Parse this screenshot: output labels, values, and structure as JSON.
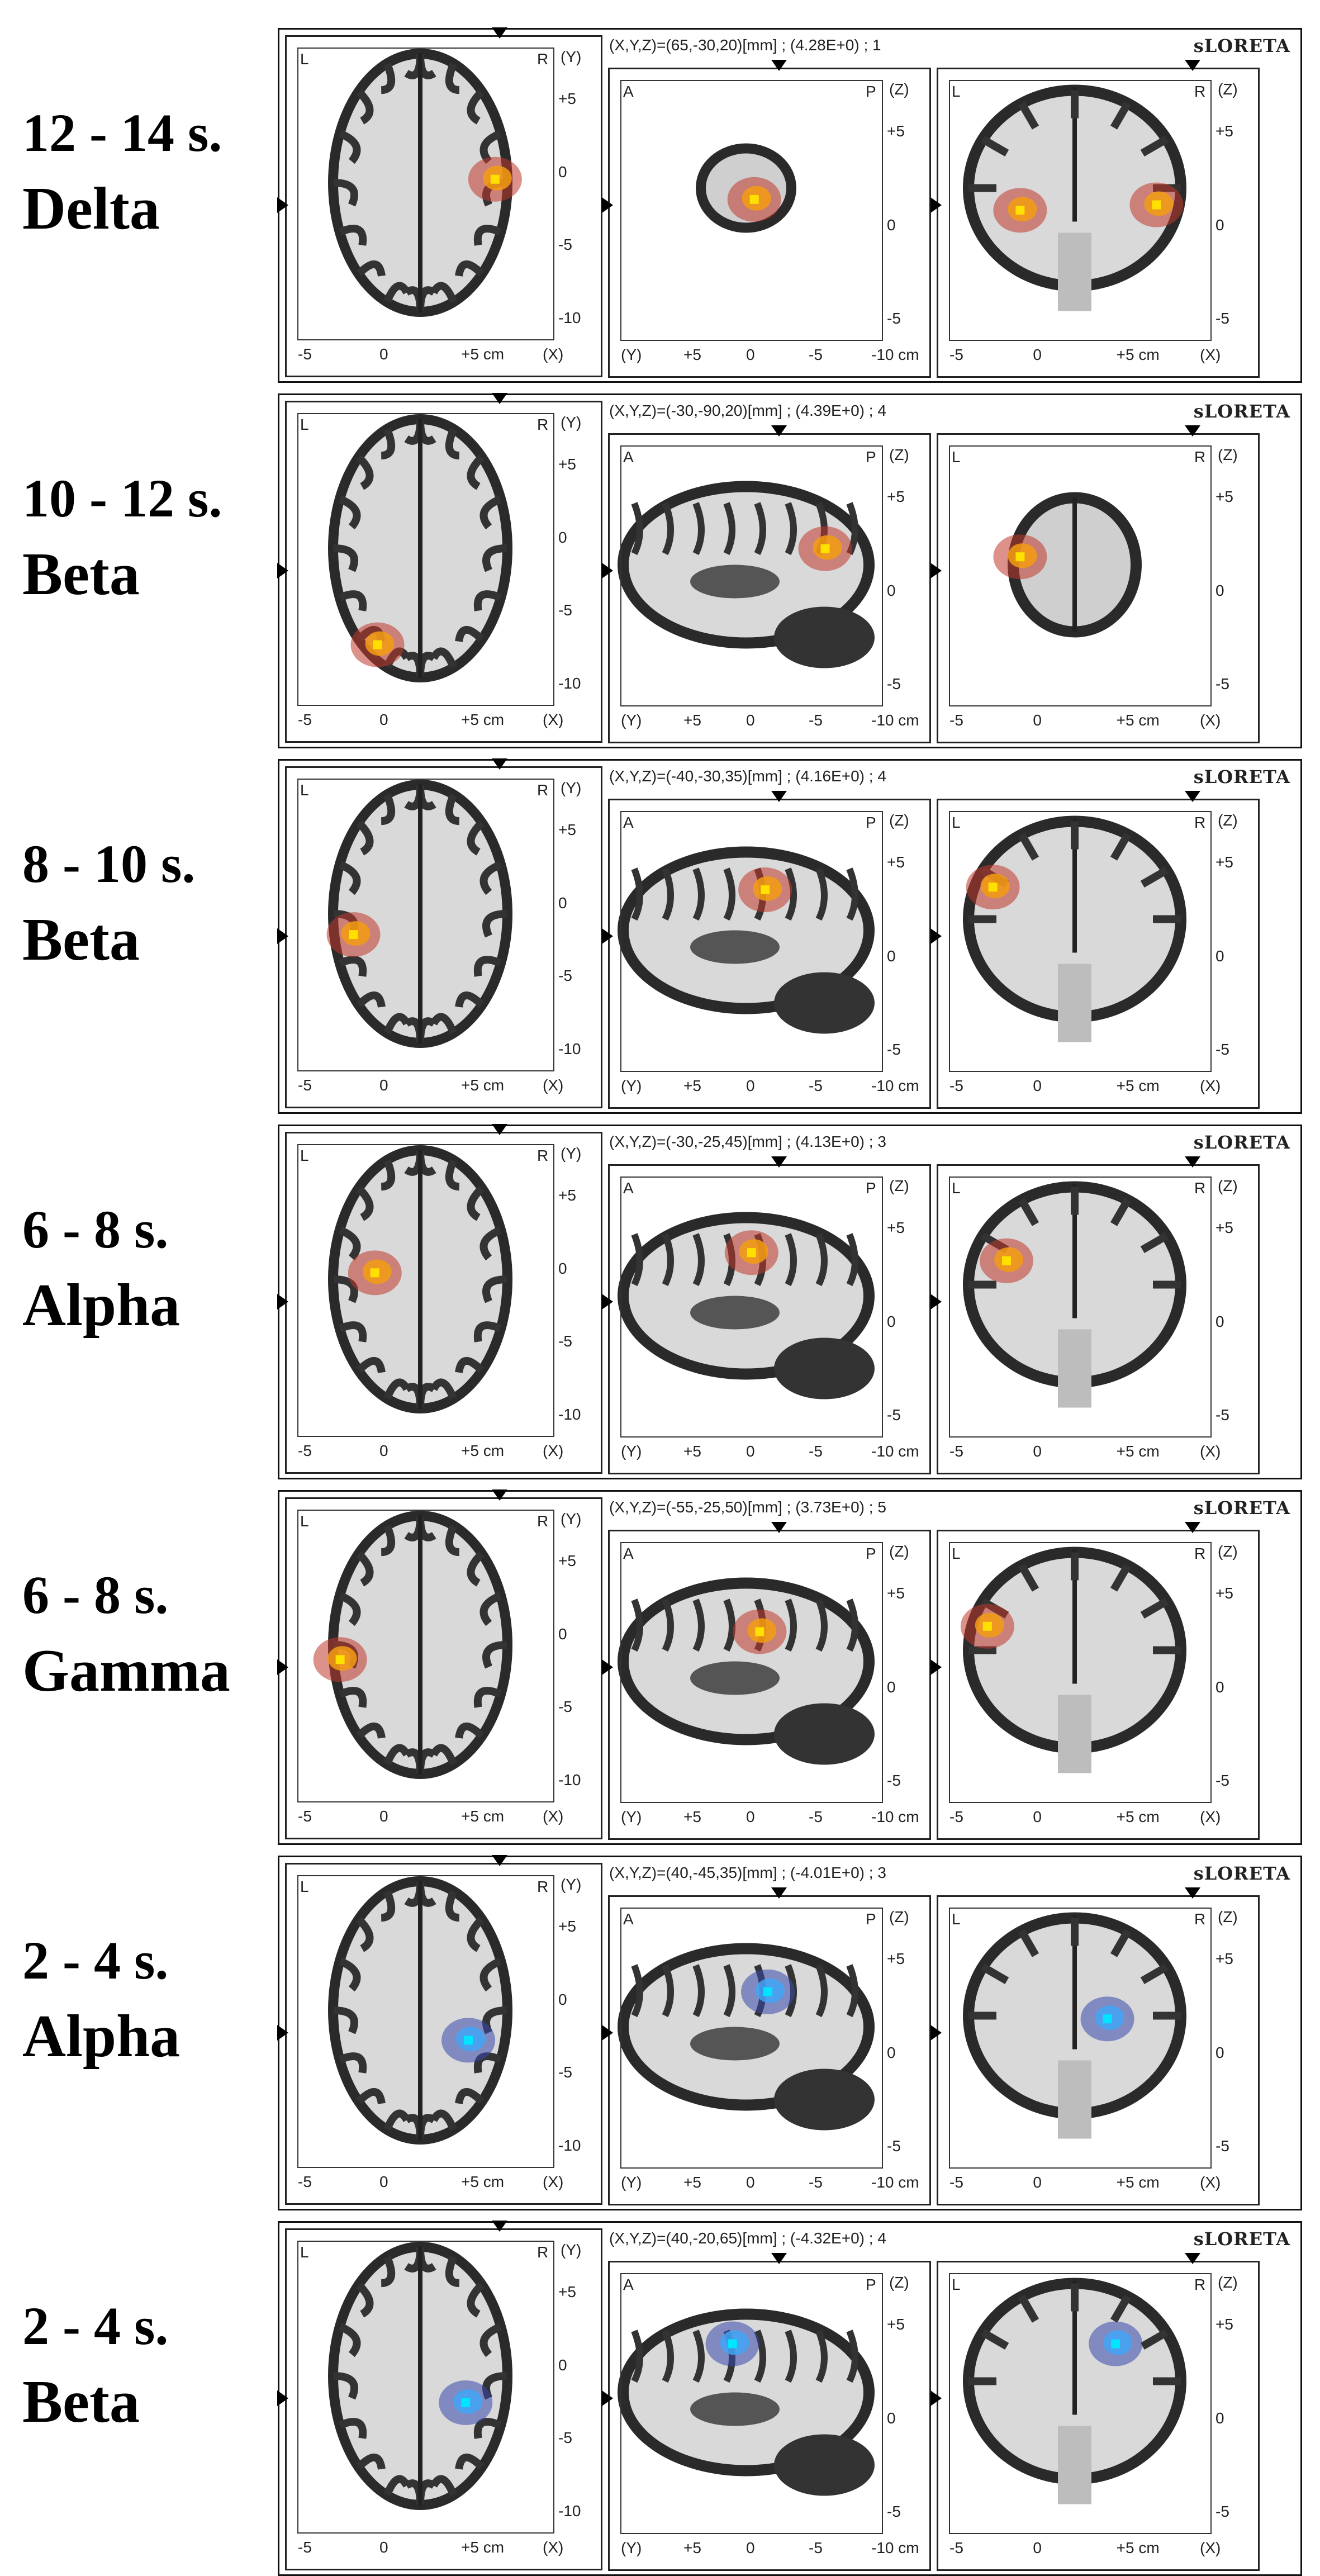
{
  "brand": "sLORETA",
  "rows": [
    {
      "time": "12 - 14  s.",
      "band": "Delta",
      "header": "(X,Y,Z)=(65,-30,20)[mm] ; (4.28E+0) ; 1",
      "color": "hot",
      "shape": "small"
    },
    {
      "time": "10 - 12  s.",
      "band": "Beta",
      "header": "(X,Y,Z)=(-30,-90,20)[mm] ; (4.39E+0) ; 4",
      "color": "hot",
      "shape": "normal"
    },
    {
      "time": "8 - 10  s.",
      "band": "Beta",
      "header": "(X,Y,Z)=(-40,-30,35)[mm] ; (4.16E+0) ; 4",
      "color": "hot",
      "shape": "normal"
    },
    {
      "time": "6 - 8  s.",
      "band": "Alpha",
      "header": "(X,Y,Z)=(-30,-25,45)[mm] ; (4.13E+0) ; 3",
      "color": "hot",
      "shape": "normal"
    },
    {
      "time": "6 - 8  s.",
      "band": "Gamma",
      "header": "(X,Y,Z)=(-55,-25,50)[mm] ; (3.73E+0) ; 5",
      "color": "hot",
      "shape": "normal"
    },
    {
      "time": "2 - 4  s.",
      "band": "Alpha",
      "header": "(X,Y,Z)=(40,-45,35)[mm] ; (-4.01E+0) ; 3",
      "color": "cold",
      "shape": "normal"
    },
    {
      "time": "2 - 4  s.",
      "band": "Beta",
      "header": "(X,Y,Z)=(40,-20,65)[mm] ; (-4.32E+0) ; 4",
      "color": "cold",
      "shape": "normal"
    }
  ],
  "axial": {
    "tl": "L",
    "tr": "R",
    "axis_title": "(Y)",
    "ticks": [
      "+5",
      "0",
      "-5",
      "-10"
    ],
    "bottom": [
      "-5",
      "0",
      "+5 cm",
      "(X)"
    ]
  },
  "sagittal": {
    "tl": "A",
    "tr": "P",
    "axis_title": "(Z)",
    "ticks": [
      "+5",
      "0",
      "-5"
    ],
    "bottom": [
      "(Y)",
      "+5",
      "0",
      "-5",
      "-10 cm"
    ]
  },
  "coronal": {
    "tl": "L",
    "tr": "R",
    "axis_title": "(Z)",
    "ticks": [
      "+5",
      "0",
      "-5"
    ],
    "bottom": [
      "-5",
      "0",
      "+5 cm",
      "(X)"
    ]
  }
}
